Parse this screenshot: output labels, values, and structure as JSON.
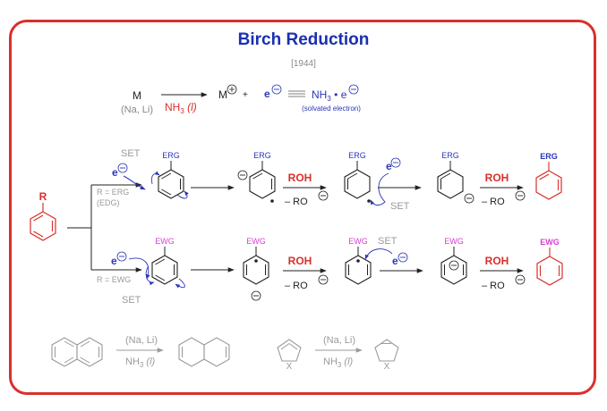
{
  "title": "Birch Reduction",
  "year": "[1944]",
  "header": {
    "metal": "M",
    "metal_examples": "(Na, Li)",
    "solvent": "NH",
    "solvent_sub": "3",
    "solvent_phase": "(l)",
    "cation": "M",
    "plus": "+",
    "electron": "e",
    "solvated": "NH",
    "solvated_sub": "3",
    "solvated_dot": "•",
    "solvated_e": "e",
    "solvated_label": "(solvated electron)"
  },
  "start": {
    "substituent": "R"
  },
  "branch_top": {
    "condition_1": "R = ERG",
    "condition_2": "(EDG)",
    "group": "ERG",
    "set_1": "SET",
    "set_2": "SET",
    "electron": "e",
    "reagent": "ROH",
    "byproduct": "– RO"
  },
  "branch_bottom": {
    "condition_1": "R = EWG",
    "group": "EWG",
    "set_1": "SET",
    "set_2": "SET",
    "electron": "e",
    "reagent": "ROH",
    "byproduct": "– RO"
  },
  "examples": {
    "reagent_1": "(Na, Li)",
    "solvent_1": "NH",
    "solvent_1_sub": "3",
    "solvent_1_phase": "(l)",
    "heteroatom": "X",
    "reagent_2": "(Na, Li)",
    "solvent_2": "NH",
    "solvent_2_sub": "3",
    "solvent_2_phase": "(l)",
    "heteroatom_2": "X"
  },
  "colors": {
    "frame": "#d9302b",
    "title": "#1a30b0",
    "red": "#d9302b",
    "blue": "#2a35b8",
    "magenta": "#d63fd6",
    "gray": "#9a9a9a"
  }
}
